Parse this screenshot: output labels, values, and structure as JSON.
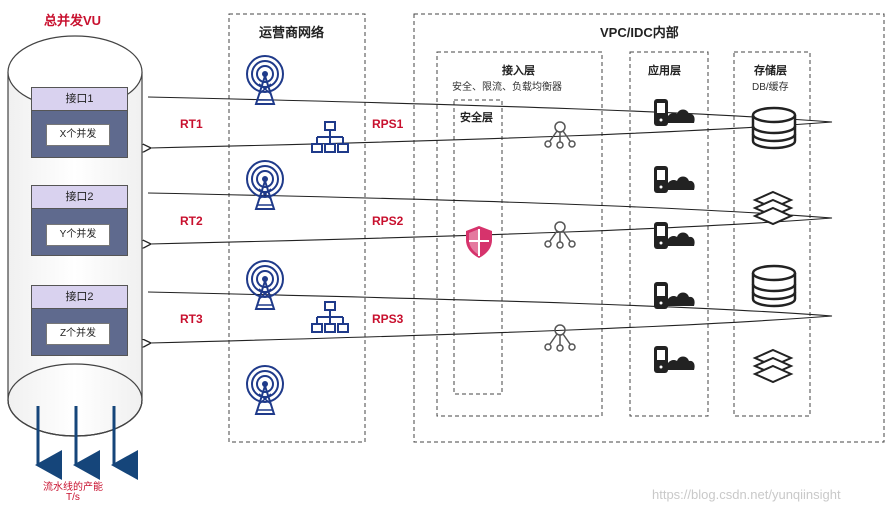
{
  "vu": {
    "title": "总并发VU",
    "interfaces": [
      {
        "name": "接口1",
        "concurrency": "X个并发"
      },
      {
        "name": "接口2",
        "concurrency": "Y个并发"
      },
      {
        "name": "接口2",
        "concurrency": "Z个并发"
      }
    ],
    "throughput_line1": "流水线的产能",
    "throughput_line2": "T/s"
  },
  "carrier": {
    "title": "运营商网络"
  },
  "vpc": {
    "title": "VPC/IDC内部",
    "access_layer": {
      "title": "接入层",
      "subtitle": "安全、限流、负载均衡器"
    },
    "security_layer": {
      "title": "安全层"
    },
    "app_layer": {
      "title": "应用层"
    },
    "storage_layer": {
      "title": "存储层",
      "subtitle": "DB/缓存"
    }
  },
  "flows": [
    {
      "rt": "RT1",
      "rps": "RPS1"
    },
    {
      "rt": "RT2",
      "rps": "RPS2"
    },
    {
      "rt": "RT3",
      "rps": "RPS3"
    }
  ],
  "colors": {
    "accent_red": "#c8102e",
    "icon_blue": "#1f3a8a",
    "arrow_blue": "#15457a",
    "security_pink": "#d6336c",
    "iface_header": "#d9d2ef",
    "iface_body": "#5f6a8e"
  },
  "watermark": "https://blog.csdn.net/yunqiinsight"
}
